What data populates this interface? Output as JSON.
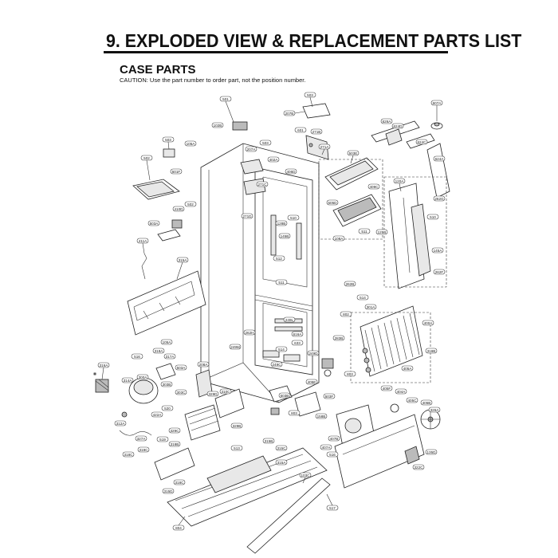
{
  "header": {
    "title": "9. EXPLODED VIEW & REPLACEMENT PARTS LIST",
    "section": "CASE PARTS",
    "caution": "CAUTION: Use the part number to order part, not the position number."
  },
  "labels": {
    "l501": "501",
    "l502": "502",
    "l503": "503",
    "l503b": "503",
    "l503c": "503",
    "l105a": "105A",
    "l501f": "501F",
    "l503a": "503A",
    "l281": "281",
    "l102b": "102B",
    "l207b": "207B",
    "l607a": "607A",
    "l626a": "626A",
    "l624d": "624D",
    "l624c": "624C",
    "l624a": "624A",
    "l601": "601",
    "l271b": "271B",
    "l271a": "271A",
    "l503e": "503E",
    "l207a": "207A",
    "l402a": "402A",
    "l406d": "406D",
    "l271c": "271C",
    "l409c": "409C",
    "l120a": "120A",
    "l262g": "262G",
    "l410d": "410D",
    "l502b": "502",
    "l271d": "271D",
    "l510": "510",
    "l128b": "128B",
    "l505d": "505D",
    "l510b": "510",
    "l145b": "145B",
    "l511": "511",
    "l125b": "125B",
    "l108a": "108A",
    "l411a": "411A",
    "l315a": "315A",
    "l145a": "145A",
    "l512": "512",
    "l511b": "511",
    "l262f": "262F",
    "l262b": "262B",
    "l514": "514",
    "l301a": "301A",
    "l802": "802",
    "l400a": "400A",
    "l105a2": "105A",
    "l262h": "262H",
    "l249l": "249L",
    "l616a": "616A",
    "l633": "633",
    "l514b": "514",
    "l249m": "249M",
    "l283b": "283B",
    "l316b": "316B",
    "l516": "516",
    "l318a": "318A",
    "l317a": "317A",
    "l249d": "249D",
    "l249c": "249C",
    "l316a": "316A",
    "l300a": "300A",
    "l208a": "208A",
    "l503a2": "503A",
    "l405a": "405A",
    "l314a": "314A",
    "l303b": "303B",
    "l803": "803",
    "l405e": "405E",
    "l405f": "405F",
    "l404a": "404A",
    "l303c": "303C",
    "l329d": "329D",
    "l310c": "310C",
    "l520": "520",
    "l503b2": "503B",
    "l503f": "503F",
    "l405c": "405C",
    "l405b": "405B",
    "l326a": "326A",
    "l422a": "422A",
    "l803b": "803",
    "l158b": "158B",
    "l312a": "312A",
    "l329c": "329C",
    "l329b": "329B",
    "l327a": "327A",
    "l519": "519",
    "l318b": "318B",
    "l407b": "407B",
    "l315b": "315B",
    "l319c": "319C",
    "l513": "513",
    "l315c": "315C",
    "l407a": "407A",
    "l135d": "135D",
    "l516b": "516",
    "l315a2": "315A",
    "l322c": "322C",
    "l318c": "318C",
    "l103c": "103C",
    "l315d": "315D",
    "l517": "517",
    "l804": "804"
  }
}
